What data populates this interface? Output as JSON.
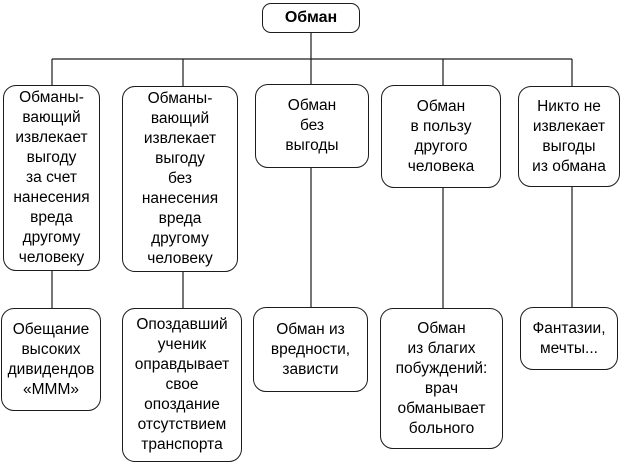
{
  "diagram": {
    "root_label": "Обман",
    "line_color": "#1c1c1c",
    "categories": [
      {
        "definition": "Обманы-\nвающий\nизвлекает\nвыгоду\nза счет\nнанесения\nвреда\nдругому\nчеловеку",
        "example": "Обещание\nвысоких\nдивидендов\n«МММ»"
      },
      {
        "definition": "Обманы-\nвающий\nизвлекает\nвыгоду\nбез\nнанесения\nвреда\nдругому\nчеловеку",
        "example": "Опоздавший\nученик\nоправдывает\nсвое\nопоздание\nотсутствием\nтранспорта"
      },
      {
        "definition": "Обман\nбез\nвыгоды",
        "example": "Обман из\nвредности,\nзависти"
      },
      {
        "definition": "Обман\nв пользу\nдругого\nчеловека",
        "example": "Обман\nиз благих\nпобуждений:\nврач\nобманывает\nбольного"
      },
      {
        "definition": "Никто не\nизвлекает\nвыгоды\nиз обмана",
        "example": "Фантазии,\nмечты..."
      }
    ]
  }
}
